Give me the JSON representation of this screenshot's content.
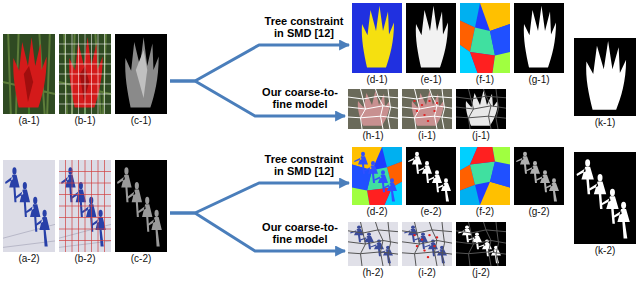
{
  "diagram": {
    "nodes": [
      {
        "text": [
          "(a-1)"
        ]
      },
      {
        "text": [
          "(b-1)"
        ]
      },
      {
        "text": [
          "(c-1)"
        ]
      },
      {
        "text": [
          "(d-1)"
        ]
      },
      {
        "text": [
          "(e-1)"
        ]
      },
      {
        "text": [
          "(f-1)"
        ]
      },
      {
        "text": [
          "(g-1)"
        ]
      },
      {
        "text": [
          "(h-1)"
        ]
      },
      {
        "text": [
          "(i-1)"
        ]
      },
      {
        "text": [
          "(j-1)"
        ]
      },
      {
        "text": [
          "(k-1)"
        ]
      },
      {
        "text": [
          "(a-2)"
        ]
      },
      {
        "text": [
          "(b-2)"
        ]
      },
      {
        "text": [
          "(c-2)"
        ]
      },
      {
        "text": [
          "(d-2)"
        ]
      },
      {
        "text": [
          "(e-2)"
        ]
      },
      {
        "text": [
          "(f-2)"
        ]
      },
      {
        "text": [
          "(g-2)"
        ]
      },
      {
        "text": [
          "(h-2)"
        ]
      },
      {
        "text": [
          "(i-2)"
        ]
      },
      {
        "text": [
          "(j-2)"
        ]
      },
      {
        "text": [
          "(k-2)"
        ]
      }
    ],
    "edges": [
      {
        "from": 2,
        "to": 3,
        "label": "Tree constraint in SMD [12]",
        "arrow": "to"
      },
      {
        "from": 2,
        "to": 7,
        "label": "Our coarse-to-fine model",
        "arrow": "to"
      },
      {
        "from": 13,
        "to": 14,
        "label": "Tree constraint in SMD [12]",
        "arrow": "to"
      },
      {
        "from": 13,
        "to": 18,
        "label": "Our coarse-to-fine model",
        "arrow": "to"
      }
    ]
  }
}
